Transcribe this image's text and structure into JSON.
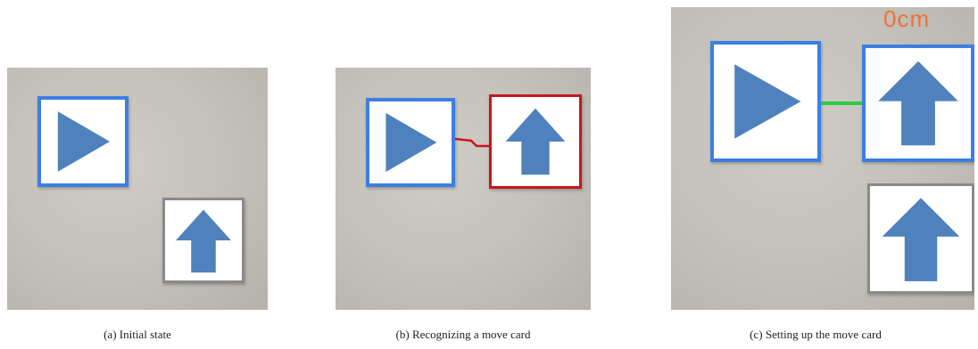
{
  "panels": [
    {
      "caption": "(a)  Initial state"
    },
    {
      "caption": "(b)  Recognizing a move card"
    },
    {
      "caption": "(c)  Setting up the move card",
      "overlay_text": "0cm"
    }
  ],
  "colors": {
    "card_blue": "#3d7fe0",
    "card_red": "#c8161d",
    "icon_blue": "#4f81bd",
    "link_red": "#c8161d",
    "link_green": "#2ecc40",
    "overlay_text": "#f0703a"
  },
  "icons": [
    "play-triangle-icon",
    "up-arrow-icon"
  ]
}
